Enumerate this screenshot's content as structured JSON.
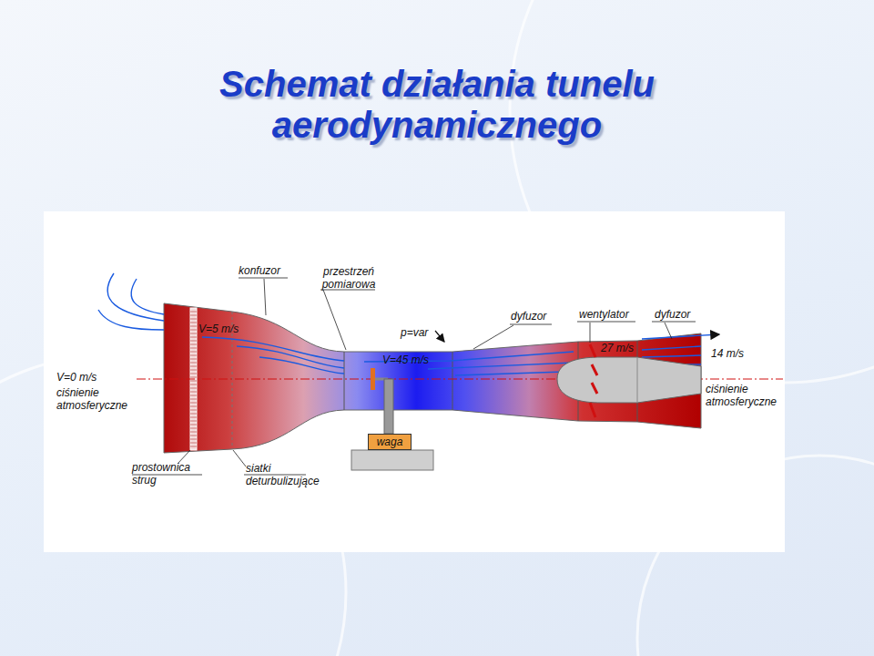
{
  "diagram": {
    "title": "Schemat działania tunelu aerodynamicznego",
    "nodes": [
      {
        "text": [
          "waga"
        ]
      }
    ],
    "labels": [
      "konfuzor",
      "przestrzeń pomiarowa",
      "V=5 m/s",
      "p=var",
      "V=45 m/s",
      "dyfuzor",
      "wentylator",
      "dyfuzor",
      "27 m/s",
      "14 m/s",
      "V=0 m/s",
      "ciśnienie atmosferyczne",
      "ciśnienie atmosferyczne",
      "prostownica strug",
      "siatki deturbulizujące"
    ]
  }
}
